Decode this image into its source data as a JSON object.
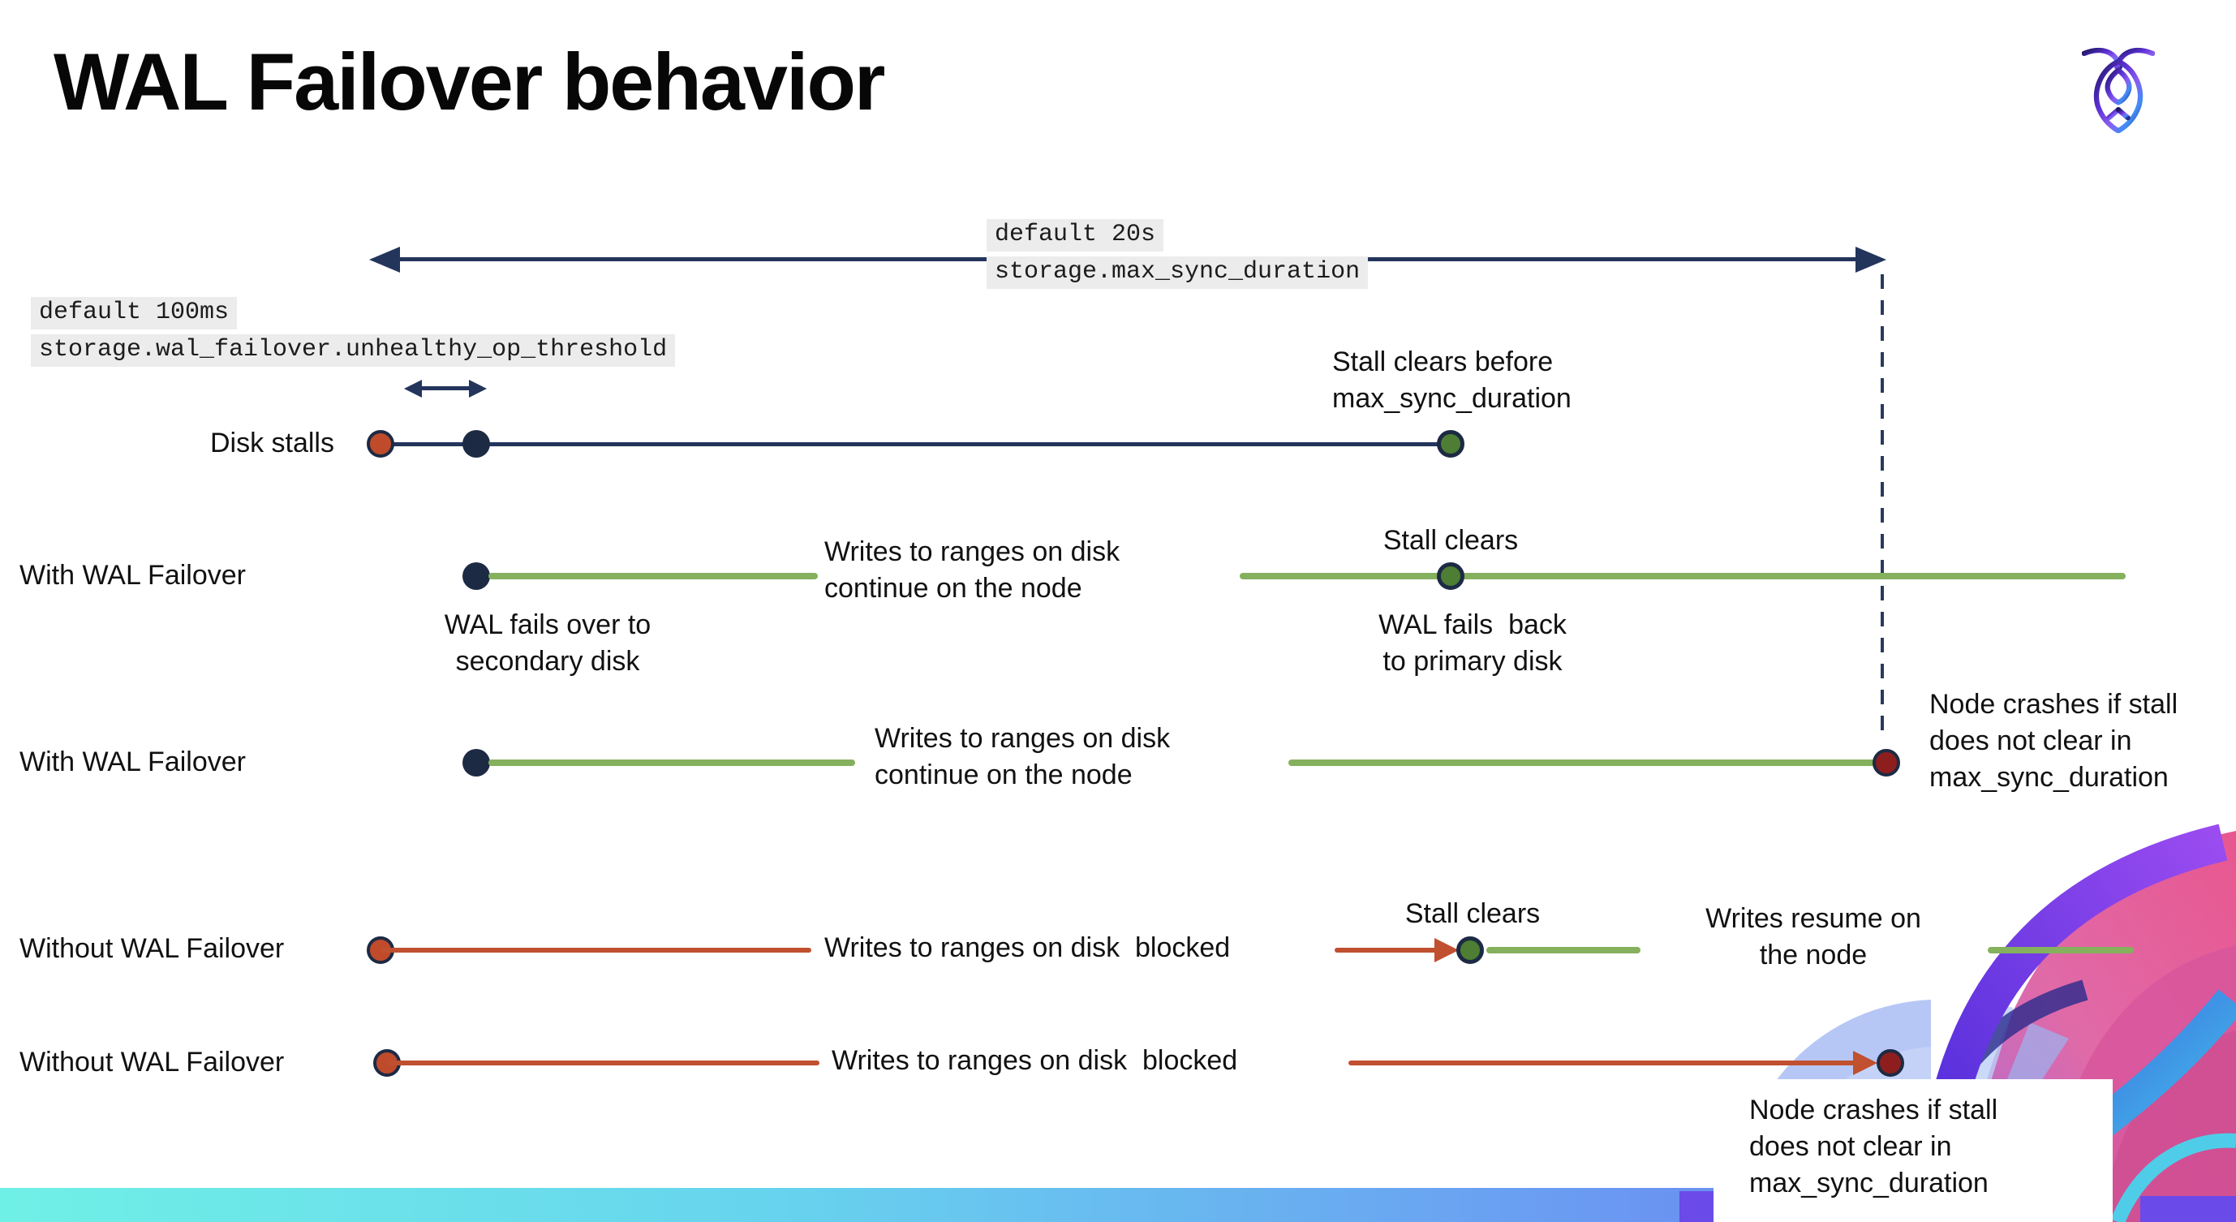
{
  "header": {
    "title": "WAL Failover behavior"
  },
  "logo": {
    "name": "cockroachdb-logo"
  },
  "settings": {
    "max_sync_duration": {
      "default_label": "default 20s",
      "setting_name": "storage.max_sync_duration"
    },
    "unhealthy_op_threshold": {
      "default_label": "default 100ms",
      "setting_name": "storage.wal_failover.unhealthy_op_threshold"
    }
  },
  "timeline": {
    "rows": [
      {
        "label": "Disk stalls"
      },
      {
        "label": "With WAL Failover"
      },
      {
        "label": "With WAL Failover"
      },
      {
        "label": "Without WAL Failover"
      },
      {
        "label": "Without WAL Failover"
      }
    ],
    "annotations": {
      "stall_clears_before": "Stall clears before\nmax_sync_duration",
      "wal_fails_over": "WAL fails over to\nsecondary disk",
      "writes_continue_row2": "Writes to ranges on disk\ncontinue on the node",
      "stall_clears_row2": "Stall clears",
      "wal_fails_back": "WAL fails  back\nto primary disk",
      "writes_continue_row3": "Writes to ranges on disk\ncontinue on the node",
      "node_crashes_row3": "Node crashes if stall\ndoes not clear in\nmax_sync_duration",
      "writes_blocked_row4": "Writes to ranges on disk  blocked",
      "stall_clears_row4": "Stall clears",
      "writes_resume": "Writes resume on\nthe node",
      "writes_blocked_row5": "Writes to ranges on disk  blocked",
      "node_crashes_row5": "Node crashes if stall\ndoes not clear in\nmax_sync_duration"
    }
  },
  "colors": {
    "navy_line": "#24355c",
    "green_line": "#85b05d",
    "red_line": "#c0502f",
    "dot_navy": "#1d2a44",
    "dot_stall_red": "#bf4b2b",
    "dot_clear_green": "#4d7e33",
    "dot_crash_red": "#8e1e1e",
    "code_bg": "#ececec",
    "footer_left": "#6ff0e6",
    "footer_right": "#6b6bee"
  }
}
